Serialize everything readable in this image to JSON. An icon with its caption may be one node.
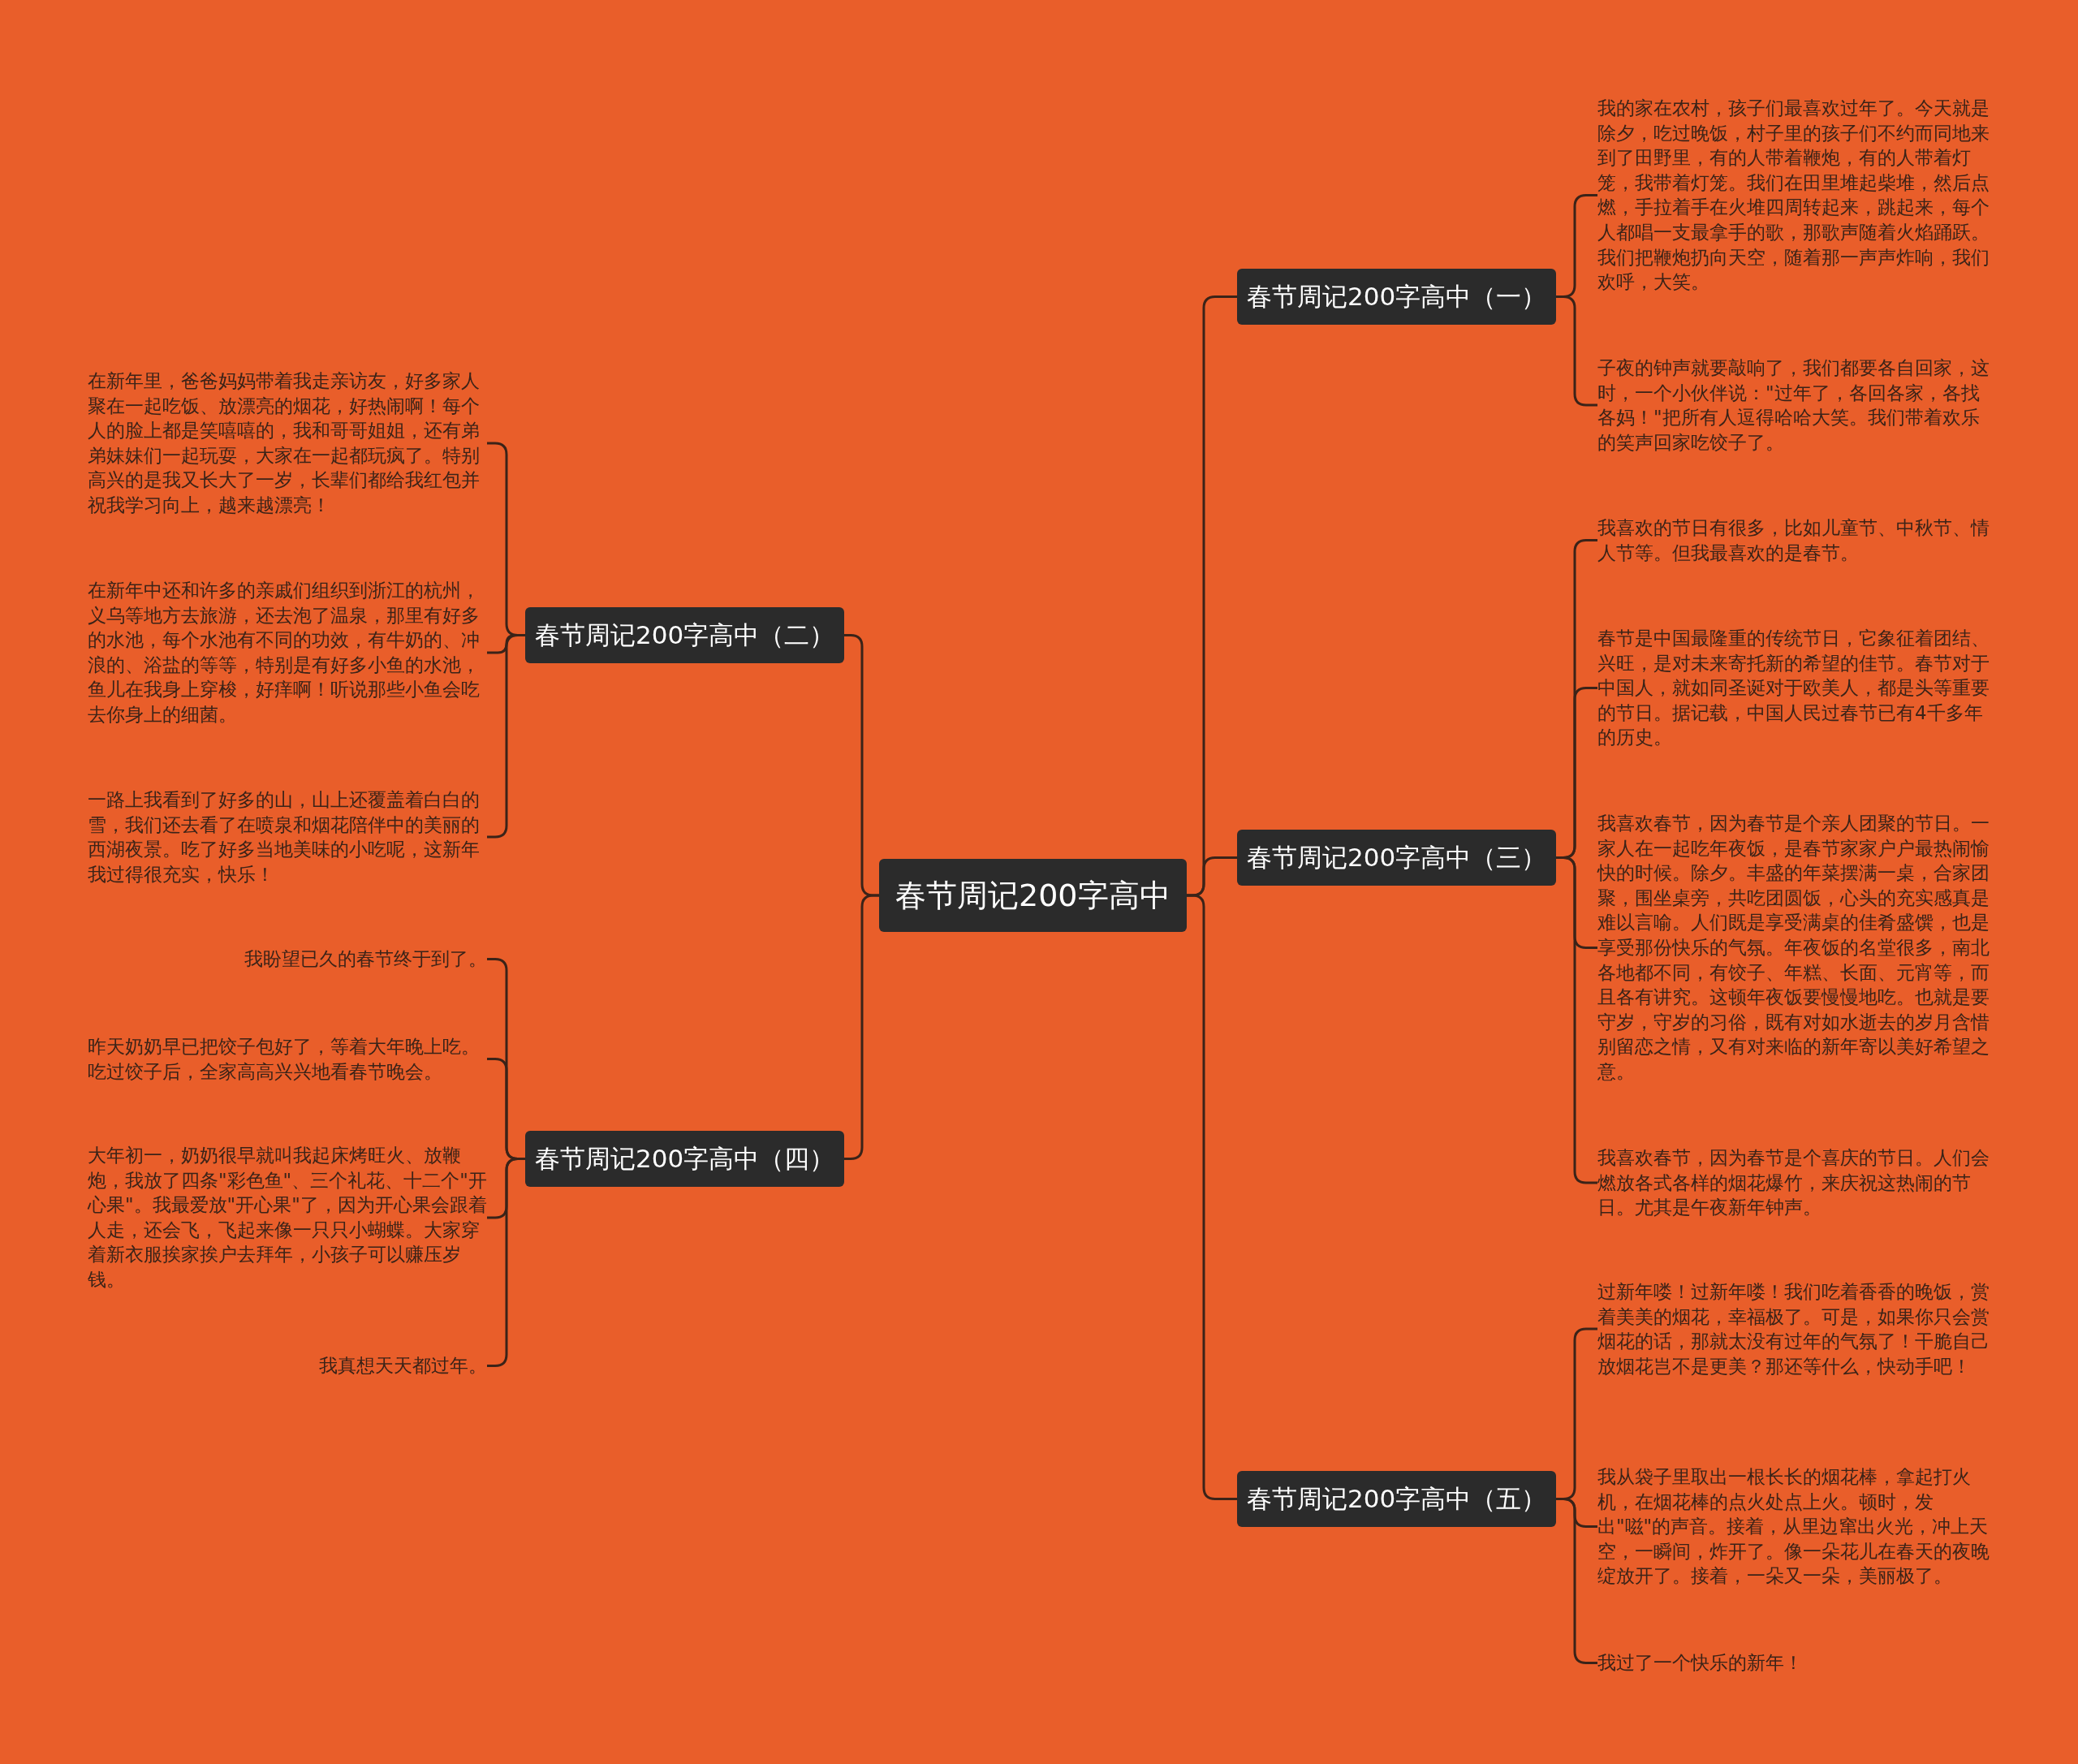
{
  "diagram": {
    "nodes": [
      {
        "text": [
          "春节周记200字高中"
        ]
      },
      {
        "text": [
          "春节周记200字高中（一）"
        ]
      },
      {
        "text": [
          "我的家在农村，孩子们最喜欢过年了。今天就是除夕，吃过晚饭，村子里的孩子们不约而同地来到了田野里，有的人带着鞭炮，有的人带着灯笼，我带着灯笼。我们在田里堆起柴堆，然后点燃，手拉着手在火堆四周转起来，跳起来，每个人都唱一支最拿手的歌，那歌声随着火焰踊跃。我们把鞭炮扔向天空，随着那一声声炸响，我们欢呼，大笑。"
        ]
      },
      {
        "text": [
          "子夜的钟声就要敲响了，我们都要各自回家，这时，一个小伙伴说：\"过年了，各回各家，各找各妈！\"把所有人逗得哈哈大笑。我们带着欢乐的笑声回家吃饺子了。"
        ]
      },
      {
        "text": [
          "春节周记200字高中（三）"
        ]
      },
      {
        "text": [
          "我喜欢的节日有很多，比如儿童节、中秋节、情人节等。但我最喜欢的是春节。"
        ]
      },
      {
        "text": [
          "春节是中国最隆重的传统节日，它象征着团结、兴旺，是对未来寄托新的希望的佳节。春节对于中国人，就如同圣诞对于欧美人，都是头等重要的节日。据记载，中国人民过春节已有4千多年的历史。"
        ]
      },
      {
        "text": [
          "我喜欢春节，因为春节是个亲人团聚的节日。一家人在一起吃年夜饭，是春节家家户户最热闹愉快的时候。除夕。丰盛的年菜摆满一桌，合家团聚，围坐桌旁，共吃团圆饭，心头的充实感真是难以言喻。人们既是享受满桌的佳肴盛馔，也是享受那份快乐的气氛。年夜饭的名堂很多，南北各地都不同，有饺子、年糕、长面、元宵等，而且各有讲究。这顿年夜饭要慢慢地吃。也就是要守岁，守岁的习俗，既有对如水逝去的岁月含惜别留恋之情，又有对来临的新年寄以美好希望之意。"
        ]
      },
      {
        "text": [
          "我喜欢春节，因为春节是个喜庆的节日。人们会燃放各式各样的烟花爆竹，来庆祝这热闹的节日。尤其是午夜新年钟声。"
        ]
      },
      {
        "text": [
          "春节周记200字高中（五）"
        ]
      },
      {
        "text": [
          "过新年喽！过新年喽！我们吃着香香的晚饭，赏着美美的烟花，幸福极了。可是，如果你只会赏烟花的话，那就太没有过年的气氛了！干脆自己放烟花岂不是更美？那还等什么，快动手吧！"
        ]
      },
      {
        "text": [
          "我从袋子里取出一根长长的烟花棒，拿起打火机，在烟花棒的点火处点上火。顿时，发出\"嗞\"的声音。接着，从里边窜出火光，冲上天空，一瞬间，炸开了。像一朵花儿在春天的夜晚绽放开了。接着，一朵又一朵，美丽极了。"
        ]
      },
      {
        "text": [
          "我过了一个快乐的新年！"
        ]
      },
      {
        "text": [
          "春节周记200字高中（二）"
        ]
      },
      {
        "text": [
          "在新年里，爸爸妈妈带着我走亲访友，好多家人聚在一起吃饭、放漂亮的烟花，好热闹啊！每个人的脸上都是笑嘻嘻的，我和哥哥姐姐，还有弟弟妹妹们一起玩耍，大家在一起都玩疯了。特别高兴的是我又长大了一岁，长辈们都给我红包并祝我学习向上，越来越漂亮！"
        ]
      },
      {
        "text": [
          "在新年中还和许多的亲戚们组织到浙江的杭州，义乌等地方去旅游，还去泡了温泉，那里有好多的水池，每个水池有不同的功效，有牛奶的、冲浪的、浴盐的等等，特别是有好多小鱼的水池，鱼儿在我身上穿梭，好痒啊！听说那些小鱼会吃去你身上的细菌。"
        ]
      },
      {
        "text": [
          "一路上我看到了好多的山，山上还覆盖着白白的雪，我们还去看了在喷泉和烟花陪伴中的美丽的西湖夜景。吃了好多当地美味的小吃呢，这新年我过得很充实，快乐！"
        ]
      },
      {
        "text": [
          "春节周记200字高中（四）"
        ]
      },
      {
        "text": [
          "我盼望已久的春节终于到了。"
        ]
      },
      {
        "text": [
          "昨天奶奶早已把饺子包好了，等着大年晚上吃。吃过饺子后，全家高高兴兴地看春节晚会。"
        ]
      },
      {
        "text": [
          "大年初一，奶奶很早就叫我起床烤旺火、放鞭炮，我放了四条\"彩色鱼\"、三个礼花、十二个\"开心果\"。我最爱放\"开心果\"了，因为开心果会跟着人走，还会飞，飞起来像一只只小蝴蝶。大家穿着新衣服挨家挨户去拜年，小孩子可以赚压岁钱。"
        ]
      },
      {
        "text": [
          "我真想天天都过年。"
        ]
      }
    ],
    "edges": [
      {
        "from": 0,
        "to": 1,
        "arrow": "none"
      },
      {
        "from": 1,
        "to": 2,
        "arrow": "none"
      },
      {
        "from": 1,
        "to": 3,
        "arrow": "none"
      },
      {
        "from": 0,
        "to": 4,
        "arrow": "none"
      },
      {
        "from": 4,
        "to": 5,
        "arrow": "none"
      },
      {
        "from": 4,
        "to": 6,
        "arrow": "none"
      },
      {
        "from": 4,
        "to": 7,
        "arrow": "none"
      },
      {
        "from": 4,
        "to": 8,
        "arrow": "none"
      },
      {
        "from": 0,
        "to": 9,
        "arrow": "none"
      },
      {
        "from": 9,
        "to": 10,
        "arrow": "none"
      },
      {
        "from": 9,
        "to": 11,
        "arrow": "none"
      },
      {
        "from": 9,
        "to": 12,
        "arrow": "none"
      },
      {
        "from": 0,
        "to": 13,
        "arrow": "none"
      },
      {
        "from": 13,
        "to": 14,
        "arrow": "none"
      },
      {
        "from": 13,
        "to": 15,
        "arrow": "none"
      },
      {
        "from": 13,
        "to": 16,
        "arrow": "none"
      },
      {
        "from": 0,
        "to": 17,
        "arrow": "none"
      },
      {
        "from": 17,
        "to": 18,
        "arrow": "none"
      },
      {
        "from": 17,
        "to": 19,
        "arrow": "none"
      },
      {
        "from": 17,
        "to": 20,
        "arrow": "none"
      },
      {
        "from": 17,
        "to": 21,
        "arrow": "none"
      }
    ]
  }
}
